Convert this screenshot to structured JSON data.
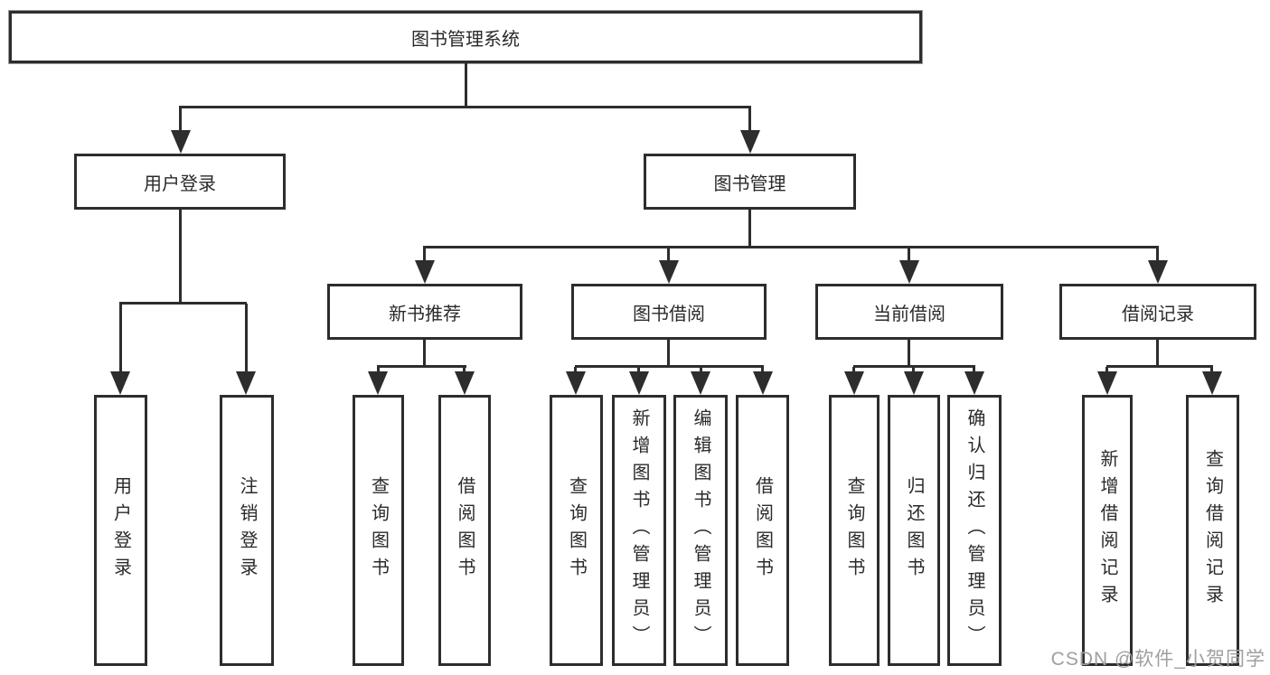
{
  "diagram": {
    "root": {
      "label": "图书管理系统",
      "children": [
        {
          "label": "用户登录",
          "children": [
            {
              "label": "用户登录"
            },
            {
              "label": "注销登录"
            }
          ]
        },
        {
          "label": "图书管理",
          "children": [
            {
              "label": "新书推荐",
              "children": [
                {
                  "label": "查询图书"
                },
                {
                  "label": "借阅图书"
                }
              ]
            },
            {
              "label": "图书借阅",
              "children": [
                {
                  "label": "查询图书"
                },
                {
                  "label": "新增图书（管理员）"
                },
                {
                  "label": "编辑图书（管理员）"
                },
                {
                  "label": "借阅图书"
                }
              ]
            },
            {
              "label": "当前借阅",
              "children": [
                {
                  "label": "查询图书"
                },
                {
                  "label": "归还图书"
                },
                {
                  "label": "确认归还（管理员）"
                }
              ]
            },
            {
              "label": "借阅记录",
              "children": [
                {
                  "label": "新增借阅记录"
                },
                {
                  "label": "查询借阅记录"
                }
              ]
            }
          ]
        }
      ]
    }
  },
  "watermark": {
    "text": "CSDN @软件_小贺同学"
  },
  "colors": {
    "background": "#ffffff",
    "box_border": "#2d2d2d",
    "connector_line": "#2d2d2d",
    "text": "#2a2a2a",
    "watermark_text": "#9f9f9f"
  }
}
